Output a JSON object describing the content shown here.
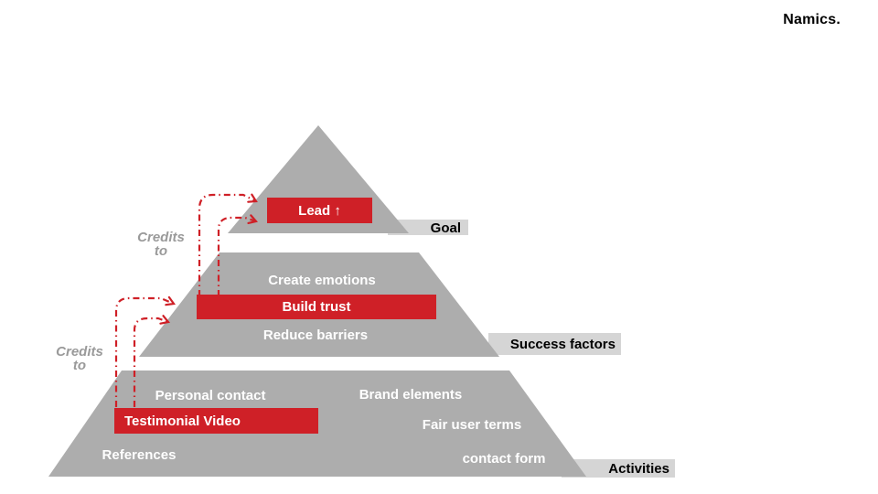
{
  "brand": {
    "logo": "Namics."
  },
  "pyramid": {
    "goal_tier": {
      "tag": "Goal",
      "highlight": "Lead ↑"
    },
    "success_tier": {
      "tag": "Success factors",
      "above": "Create emotions",
      "highlight": "Build trust",
      "below": "Reduce barriers"
    },
    "activities_tier": {
      "tag": "Activities",
      "highlight": "Testimonial Video",
      "personal_contact": "Personal contact",
      "brand_elements": "Brand elements",
      "fair_user_terms": "Fair user terms",
      "references": "References",
      "contact_form": "contact form"
    }
  },
  "annotations": {
    "credits": {
      "line1": "Credits",
      "line2": "to"
    }
  },
  "colors": {
    "highlight_red": "#cf2027",
    "pyramid_gray": "#adadad",
    "tag_bar_gray": "#d5d5d5",
    "credits_gray": "#9a9a9a",
    "text_on_shapes": "#ffffff",
    "tag_text": "#000000"
  }
}
